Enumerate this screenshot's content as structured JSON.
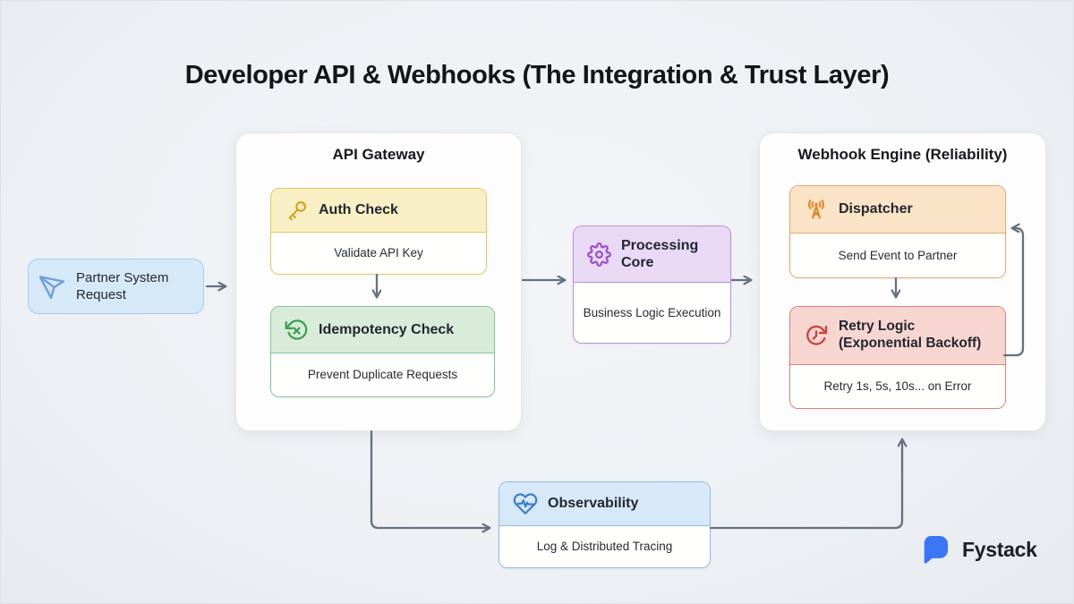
{
  "title": "Developer API & Webhooks (The Integration & Trust Layer)",
  "nodes": {
    "partner": {
      "label": "Partner System Request",
      "icon": "paper-plane-icon",
      "accent": "#a8cbe9"
    },
    "api_gateway": {
      "title": "API Gateway",
      "auth_check": {
        "label": "Auth Check",
        "description": "Validate API Key",
        "icon": "key-icon",
        "accent": "#e3c75e"
      },
      "idempotency_check": {
        "label": "Idempotency Check",
        "description": "Prevent Duplicate Requests",
        "icon": "rotate-x-icon",
        "accent": "#85c394"
      }
    },
    "processing_core": {
      "label": "Processing Core",
      "description": "Business Logic Execution",
      "icon": "gear-icon",
      "accent": "#bb8fd8"
    },
    "webhook_engine": {
      "title": "Webhook Engine (Reliability)",
      "dispatcher": {
        "label": "Dispatcher",
        "description": "Send Event to Partner",
        "icon": "broadcast-antenna-icon",
        "accent": "#e5a96d"
      },
      "retry_logic": {
        "label": "Retry Logic (Exponential Backoff)",
        "description": "Retry 1s, 5s, 10s... on Error",
        "icon": "retry-clock-icon",
        "accent": "#d8817a"
      }
    },
    "observability": {
      "label": "Observability",
      "description": "Log & Distributed Tracing",
      "icon": "heart-pulse-icon",
      "accent": "#91bbe7"
    }
  },
  "flows": [
    "Partner System Request -> API Gateway",
    "Auth Check -> Idempotency Check",
    "API Gateway -> Processing Core",
    "Processing Core -> Webhook Engine",
    "Dispatcher -> Retry Logic",
    "Retry Logic -> Dispatcher (loop)",
    "API Gateway -> Observability",
    "Observability -> Webhook Engine"
  ],
  "brand": {
    "name": "Fystack",
    "color": "#3b76f5"
  },
  "colors": {
    "background": "#eef0f4",
    "arrow": "#667080",
    "title_text": "#141519"
  }
}
